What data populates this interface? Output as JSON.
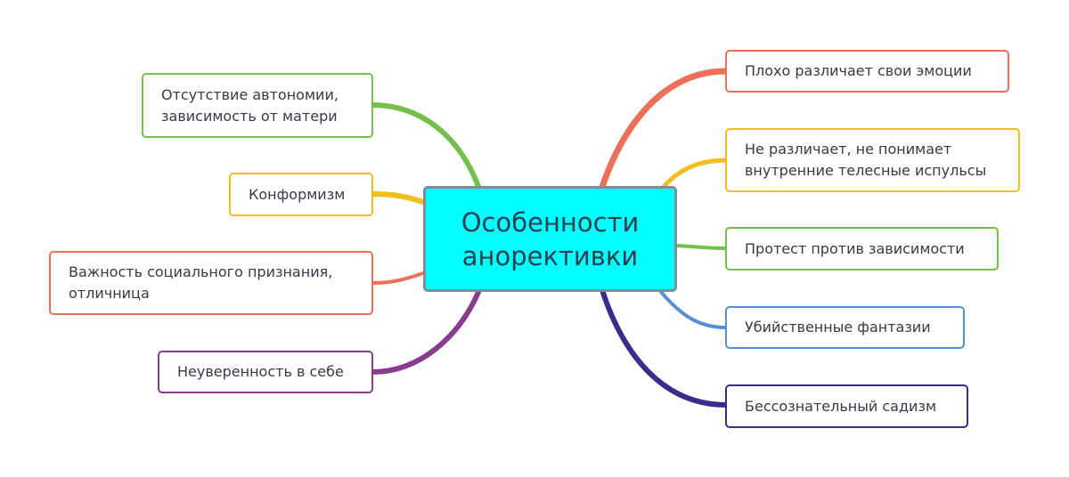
{
  "central": {
    "line1": "Особенности",
    "line2": "анорективки"
  },
  "left_nodes": [
    {
      "text": "Отсутствие автономии,\nзависимость от матери",
      "color": "#74c04c"
    },
    {
      "text": "Конформизм",
      "color": "#f2be1c"
    },
    {
      "text": "Важность социального признания,\nотличница",
      "color": "#ec6f5a"
    },
    {
      "text": "Неуверенность в себе",
      "color": "#8a3c8c"
    }
  ],
  "right_nodes": [
    {
      "text": "Плохо различает свои эмоции",
      "color": "#ec6f5a"
    },
    {
      "text": "Не различает, не понимает\nвнутренние телесные испульсы",
      "color": "#f2be1c"
    },
    {
      "text": "Протест против зависимости",
      "color": "#74c04c"
    },
    {
      "text": "Убийственные фантазии",
      "color": "#5590d2"
    },
    {
      "text": "Бессознательный садизм",
      "color": "#3c2b8a"
    }
  ]
}
